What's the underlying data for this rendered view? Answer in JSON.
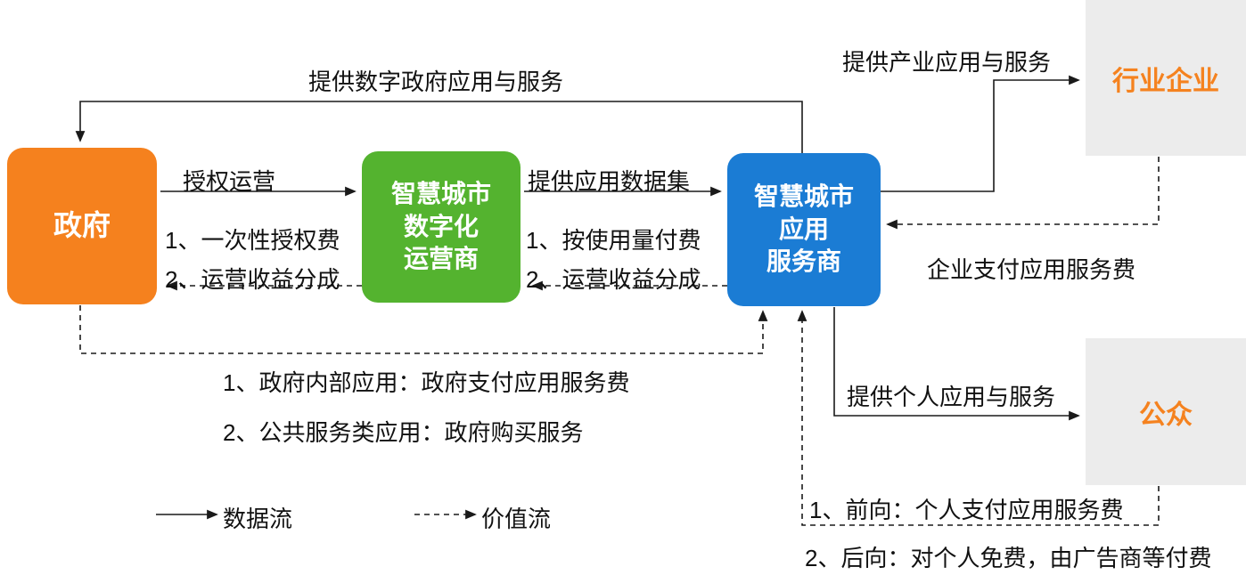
{
  "colors": {
    "orange": "#F5811E",
    "green": "#54B32F",
    "blue": "#1B7CD4",
    "gray": "#ECECEC",
    "accent": "#F5821F",
    "line": "#1A1A1A"
  },
  "nodes": {
    "government": {
      "label": "政府"
    },
    "operator": {
      "label": "智慧城市\n数字化\n运营商"
    },
    "provider": {
      "label": "智慧城市\n应用\n服务商"
    },
    "industry": {
      "label": "行业企业"
    },
    "public": {
      "label": "公众"
    }
  },
  "edges": {
    "digital_gov_service": {
      "label": "提供数字政府应用与服务",
      "type": "solid"
    },
    "industry_service": {
      "label": "提供产业应用与服务",
      "type": "solid"
    },
    "authorize": {
      "label": "授权运营",
      "type": "solid"
    },
    "authorize_fees": {
      "line1": "1、一次性授权费",
      "line2": "2、运营收益分成",
      "type": "dashed"
    },
    "dataset": {
      "label": "提供应用数据集",
      "type": "solid"
    },
    "usage_fees": {
      "line1": "1、按使用量付费",
      "line2": "2、运营收益分成",
      "type": "dashed"
    },
    "enterprise_pay": {
      "label": "企业支付应用服务费",
      "type": "dashed"
    },
    "gov_pay": {
      "line1": "1、政府内部应用：政府支付应用服务费",
      "line2": "2、公共服务类应用：政府购买服务",
      "type": "dashed"
    },
    "personal_service": {
      "label": "提供个人应用与服务",
      "type": "solid"
    },
    "public_pay": {
      "line1": "1、前向：个人支付应用服务费",
      "line2": "2、后向：对个人免费，由广告商等付费",
      "type": "dashed"
    }
  },
  "legend": {
    "data_flow": "数据流",
    "value_flow": "价值流"
  }
}
